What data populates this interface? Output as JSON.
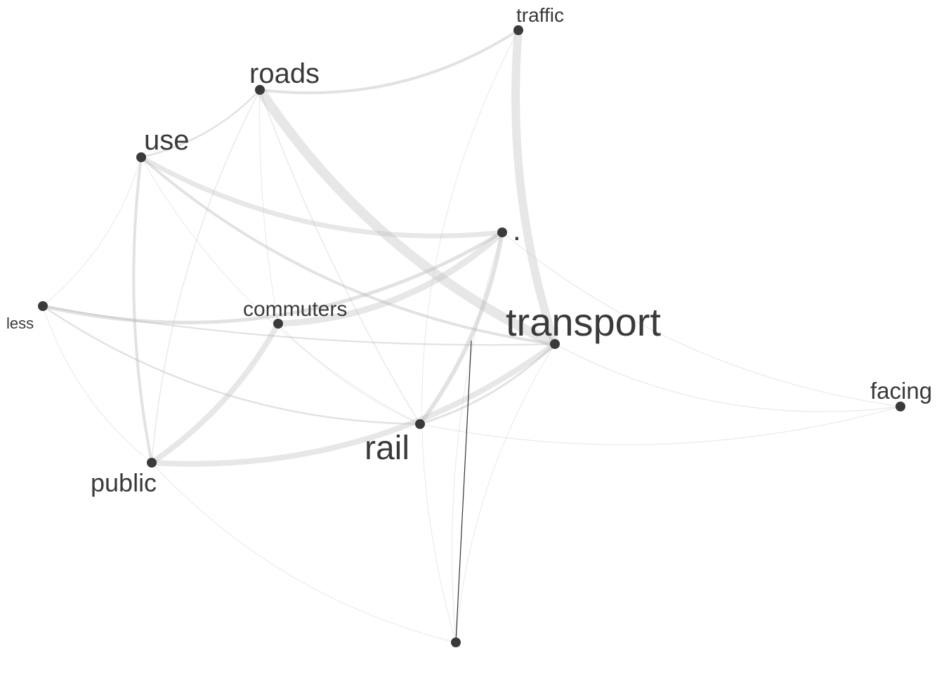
{
  "nodes": [
    {
      "id": "traffic",
      "label": "traffic"
    },
    {
      "id": "roads",
      "label": "roads"
    },
    {
      "id": "use",
      "label": "use"
    },
    {
      "id": "period",
      "label": "."
    },
    {
      "id": "less",
      "label": "less"
    },
    {
      "id": "commuters",
      "label": "commuters"
    },
    {
      "id": "transport",
      "label": "transport"
    },
    {
      "id": "facing",
      "label": "facing"
    },
    {
      "id": "rail",
      "label": "rail"
    },
    {
      "id": "public",
      "label": "public"
    },
    {
      "id": "unlabeled",
      "label": ""
    }
  ],
  "edges": [
    {
      "source": "roads",
      "target": "transport"
    },
    {
      "source": "traffic",
      "target": "transport"
    },
    {
      "source": "commuters",
      "target": "period"
    },
    {
      "source": "public",
      "target": "commuters"
    },
    {
      "source": "public",
      "target": "transport"
    },
    {
      "source": "use",
      "target": "period"
    },
    {
      "source": "rail",
      "target": "period"
    },
    {
      "source": "less",
      "target": "period"
    },
    {
      "source": "use",
      "target": "public"
    },
    {
      "source": "roads",
      "target": "traffic"
    },
    {
      "source": "use",
      "target": "transport"
    },
    {
      "source": "rail",
      "target": "transport"
    },
    {
      "source": "use",
      "target": "roads"
    },
    {
      "source": "less",
      "target": "rail"
    },
    {
      "source": "less",
      "target": "transport"
    },
    {
      "source": "roads",
      "target": "rail"
    },
    {
      "source": "roads",
      "target": "public"
    },
    {
      "source": "period",
      "target": "facing"
    },
    {
      "source": "transport",
      "target": "facing"
    },
    {
      "source": "rail",
      "target": "facing"
    },
    {
      "source": "public",
      "target": "unlabeled"
    },
    {
      "source": "transport",
      "target": "unlabeled"
    },
    {
      "source": "period",
      "target": "unlabeled"
    },
    {
      "source": "less",
      "target": "use"
    },
    {
      "source": "less",
      "target": "public"
    },
    {
      "source": "traffic",
      "target": "unlabeled"
    },
    {
      "source": "commuters",
      "target": "rail"
    },
    {
      "source": "roads",
      "target": "commuters"
    },
    {
      "source": "use",
      "target": "rail"
    }
  ],
  "annotation": {
    "from": "unlabeled",
    "to_point": "transport-public-edge"
  }
}
